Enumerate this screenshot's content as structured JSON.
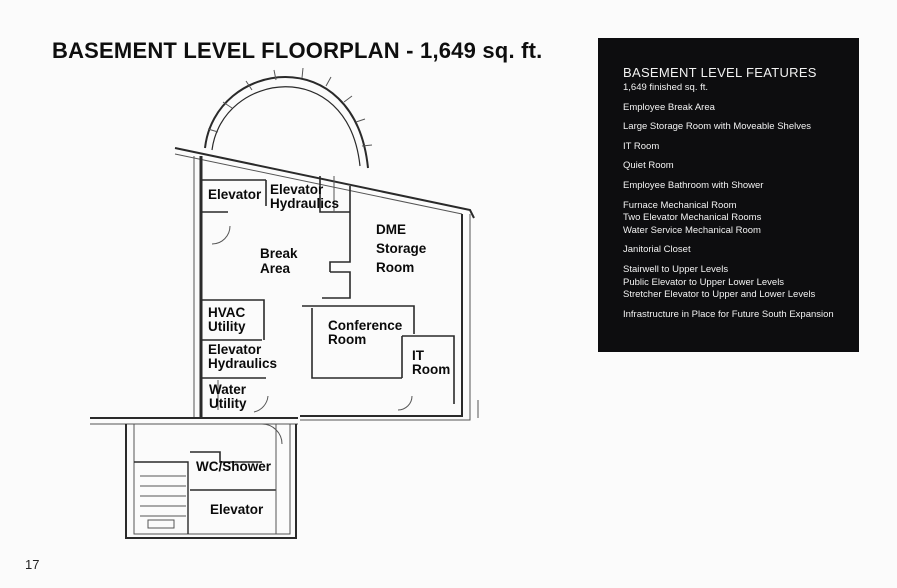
{
  "title": "BASEMENT  LEVEL FLOORPLAN - 1,649 sq. ft.",
  "page_number": "17",
  "features": {
    "heading": "BASEMENT LEVEL FEATURES",
    "groups": [
      [
        "1,649 finished sq. ft."
      ],
      [
        "Employee Break Area"
      ],
      [
        "Large Storage Room with Moveable Shelves"
      ],
      [
        "IT Room"
      ],
      [
        "Quiet Room"
      ],
      [
        "Employee Bathroom with Shower"
      ],
      [
        "Furnace Mechanical Room",
        "Two Elevator Mechanical Rooms",
        "Water Service Mechanical Room"
      ],
      [
        "Janitorial Closet"
      ],
      [
        "Stairwell to Upper  Levels",
        "Public Elevator to Upper  Lower Levels",
        "Stretcher Elevator to Upper and Lower Levels"
      ],
      [
        "Infrastructure in Place for Future South Expansion"
      ]
    ]
  },
  "rooms": {
    "elevator_top": "Elevator",
    "elev_hydraulics_top_1": "Elevator",
    "elev_hydraulics_top_2": "Hydraulics",
    "dme_1": "DME",
    "dme_2": "Storage",
    "dme_3": "Room",
    "break_1": "Break",
    "break_2": "Area",
    "hvac_1": "HVAC",
    "hvac_2": "Utility",
    "conference_1": "Conference",
    "conference_2": "Room",
    "elev_hydraulics_mid_1": "Elevator",
    "elev_hydraulics_mid_2": "Hydraulics",
    "it_1": "IT",
    "it_2": "Room",
    "water_1": "Water",
    "water_2": "Utility",
    "shower": "WC/Shower",
    "elevator_bottom": "Elevator"
  }
}
